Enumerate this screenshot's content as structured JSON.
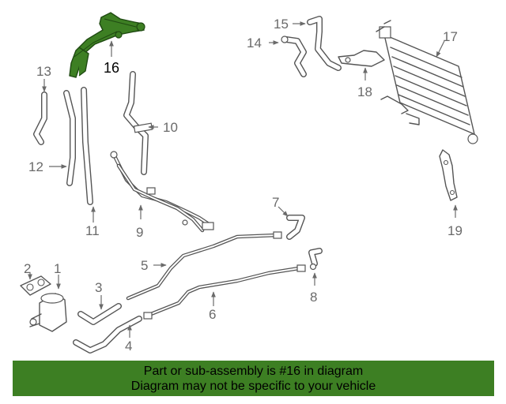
{
  "callouts": {
    "c1": "1",
    "c2": "2",
    "c3": "3",
    "c4": "4",
    "c5": "5",
    "c6": "6",
    "c7": "7",
    "c8": "8",
    "c9": "9",
    "c10": "10",
    "c11": "11",
    "c12": "12",
    "c13": "13",
    "c14": "14",
    "c15": "15",
    "c16": "16",
    "c17": "17",
    "c18": "18",
    "c19": "19"
  },
  "highlight": {
    "part": "16",
    "color": "#3d7f23"
  },
  "colors": {
    "linework": "#555555",
    "labels": "#6a6a6a",
    "banner_bg": "#3d7f23"
  },
  "banner": {
    "line1": "Part or sub-assembly is #16 in diagram",
    "line2": "Diagram may not be specific to your vehicle"
  }
}
